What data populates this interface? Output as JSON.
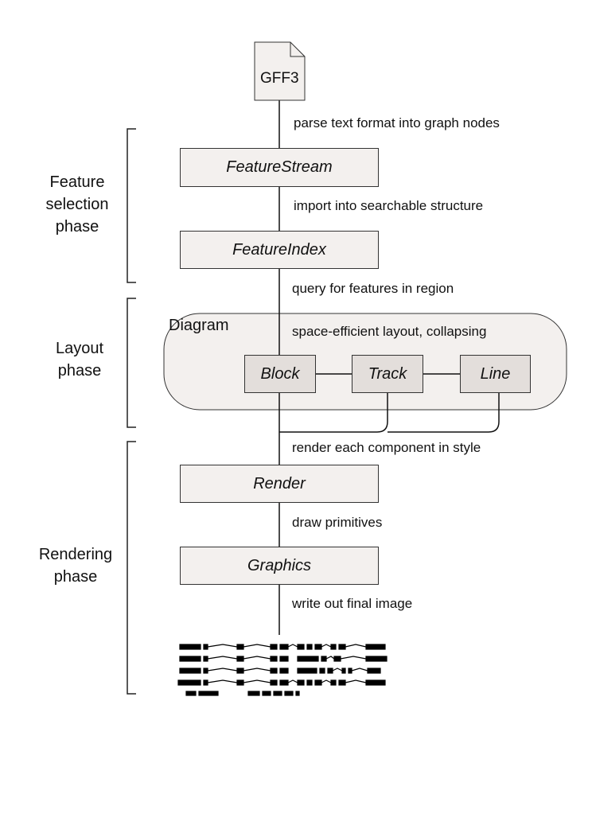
{
  "input_file": {
    "label": "GFF3"
  },
  "phases": [
    {
      "lines": [
        "Feature",
        "selection",
        "phase"
      ]
    },
    {
      "lines": [
        "Layout",
        "phase"
      ]
    },
    {
      "lines": [
        "Rendering",
        "phase"
      ]
    }
  ],
  "nodes": {
    "feature_stream": "FeatureStream",
    "feature_index": "FeatureIndex",
    "diagram": "Diagram",
    "block": "Block",
    "track": "Track",
    "line": "Line",
    "render": "Render",
    "graphics": "Graphics"
  },
  "edges": {
    "parse": "parse text format into graph nodes",
    "import": "import into searchable structure",
    "query": "query for features in region",
    "layout": "space-efficient layout, collapsing",
    "render": "render each component in style",
    "draw": "draw primitives",
    "write": "write out final image"
  },
  "colors": {
    "box_fill": "#f3f0ee",
    "inner_box_fill": "#e3dedb",
    "diagram_fill": "#f3f0ee",
    "stroke": "#333333"
  }
}
